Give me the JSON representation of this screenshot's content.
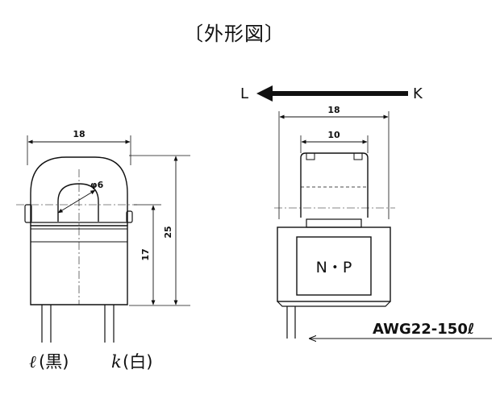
{
  "title": "〔外形図〕",
  "left_view": {
    "width_dim": "18",
    "hole_dim": "φ6",
    "height_dim": "25",
    "lower_height_dim": "17",
    "terminal_l_symbol": "ℓ",
    "terminal_l_color": "(黒)",
    "terminal_k_symbol": "k",
    "terminal_k_color": "(白)"
  },
  "right_view": {
    "direction_left": "L",
    "direction_right": "K",
    "width_dim": "18",
    "inner_width_dim": "10",
    "marking": "N・P",
    "wire_spec": "AWG22-150ℓ"
  }
}
